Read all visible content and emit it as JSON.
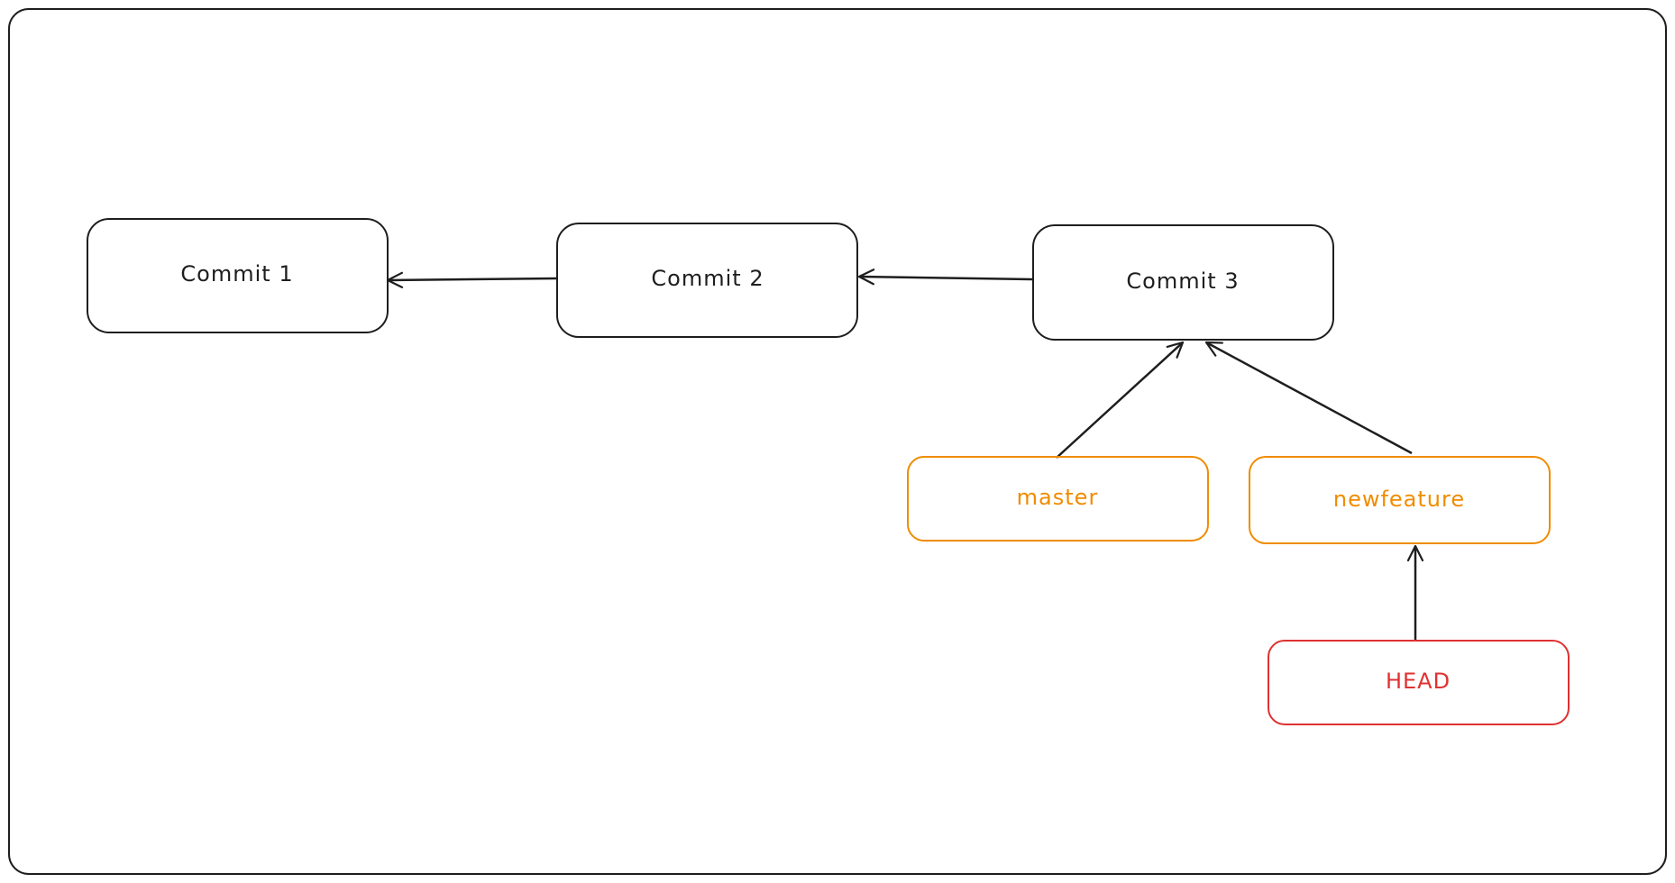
{
  "colors": {
    "frame": "#1e1e1e",
    "commit": "#1e1e1e",
    "branch": "#f08c00",
    "head": "#e03131",
    "arrow": "#1e1e1e",
    "background": "#ffffff"
  },
  "commits": [
    {
      "id": "commit-1",
      "label": "Commit 1"
    },
    {
      "id": "commit-2",
      "label": "Commit 2"
    },
    {
      "id": "commit-3",
      "label": "Commit 3"
    }
  ],
  "branches": [
    {
      "id": "master",
      "label": "master"
    },
    {
      "id": "newfeature",
      "label": "newfeature"
    }
  ],
  "head": {
    "id": "head",
    "label": "HEAD"
  },
  "edges": [
    {
      "from": "commit-2",
      "to": "commit-1"
    },
    {
      "from": "commit-3",
      "to": "commit-2"
    },
    {
      "from": "master",
      "to": "commit-3"
    },
    {
      "from": "newfeature",
      "to": "commit-3"
    },
    {
      "from": "head",
      "to": "newfeature"
    }
  ]
}
